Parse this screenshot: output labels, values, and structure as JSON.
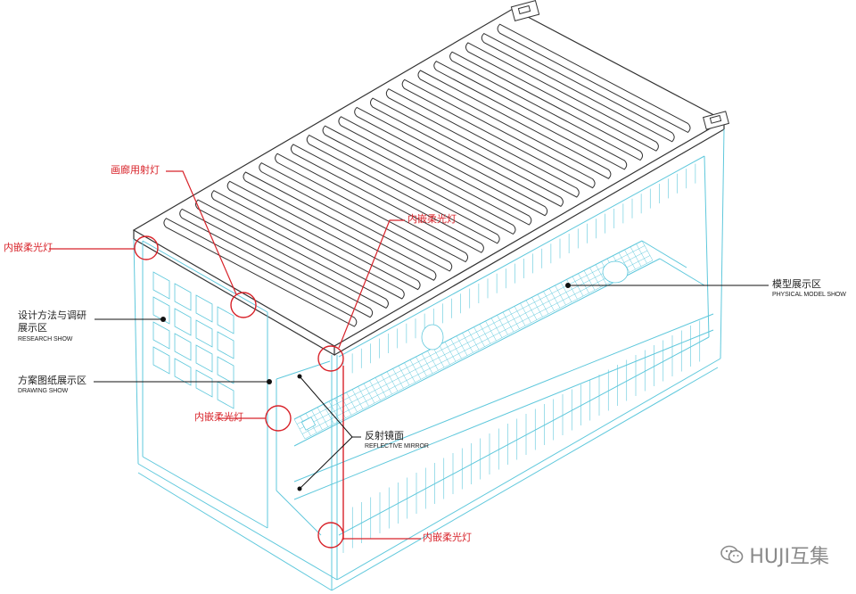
{
  "labels": {
    "gallery_spotlight": "画廊用射灯",
    "embedded_light_1": "内嵌柔光灯",
    "embedded_light_2": "内嵌柔光灯",
    "embedded_light_3": "内嵌柔光灯",
    "embedded_light_4": "内嵌柔光灯",
    "research_cn_1": "设计方法与调研",
    "research_cn_2": "展示区",
    "research_en": "RESEARCH SHOW",
    "drawing_cn": "方案图纸展示区",
    "drawing_en": "DRAWING SHOW",
    "mirror_cn": "反射镜面",
    "mirror_en": "REFLECTIVE MIRROR",
    "model_cn": "模型展示区",
    "model_en": "PHYSICAL MODEL SHOW"
  },
  "watermark": {
    "text": "HUJI互集",
    "icon": "wechat-icon"
  },
  "colors": {
    "container_line": "#5fc8dc",
    "callout_red": "#d8232a",
    "leader_black": "#111111",
    "ink": "#333333"
  }
}
